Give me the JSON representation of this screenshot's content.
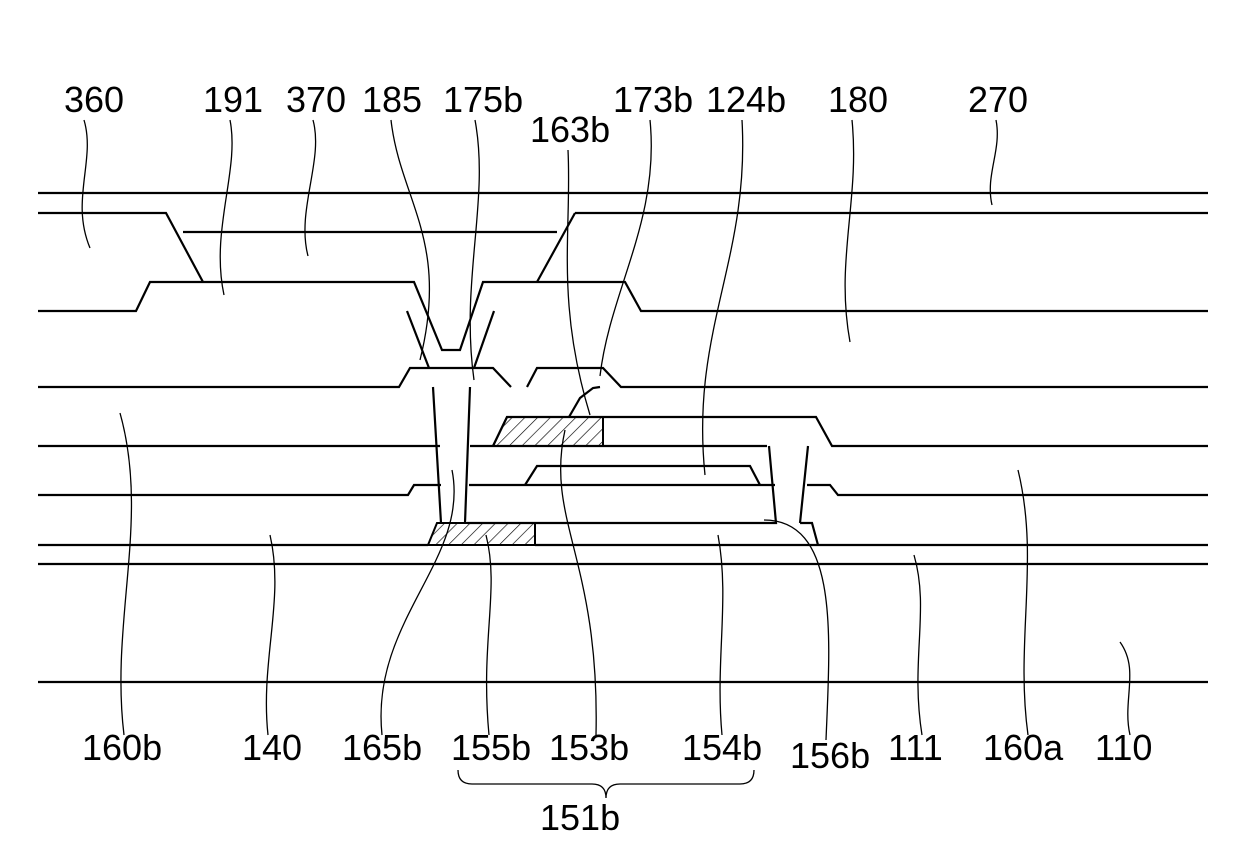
{
  "labels": {
    "l360": "360",
    "l191": "191",
    "l370": "370",
    "l185": "185",
    "l175b": "175b",
    "l163b": "163b",
    "l173b": "173b",
    "l124b": "124b",
    "l180": "180",
    "l270": "270",
    "l160b": "160b",
    "l140": "140",
    "l165b": "165b",
    "l155b": "155b",
    "l153b": "153b",
    "l154b": "154b",
    "l156b": "156b",
    "l111": "111",
    "l160a": "160a",
    "l110": "110",
    "l151b": "151b"
  },
  "colors": {
    "line": "#000000",
    "background": "#ffffff"
  }
}
